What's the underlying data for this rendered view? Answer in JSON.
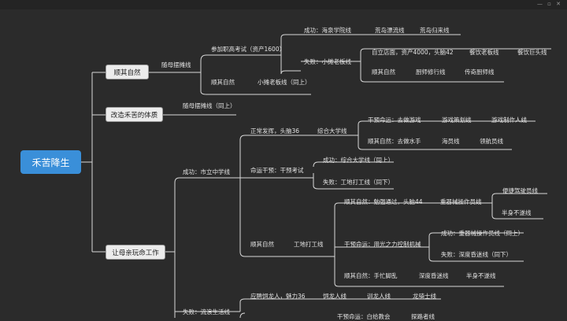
{
  "window": {
    "controls": "— ▫ ✕"
  },
  "root": "禾苦降生",
  "branches": {
    "b1": "顺其自然",
    "b2": "改造禾苦的体质",
    "b3": "让母亲玩命工作"
  },
  "nodes": {
    "n1": "随母摆摊线",
    "n2": "参加职高考试（资产1600）",
    "n3": "成功：海泉学院线",
    "n4": "荒岛漂流线",
    "n5": "荒岛归来线",
    "n6": "失败：小摊老板线",
    "n7": "自立店面，资产4000，头脑42",
    "n8": "餐饮老板线",
    "n9": "餐饮巨头线",
    "n10": "顺其自然",
    "n11": "厨师修行线",
    "n12": "传奇厨师线",
    "n13": "顺其自然",
    "n14": "小摊老板线（同上）",
    "n15": "随母摆摊线（同上）",
    "n16": "成功：市立中学线",
    "n17": "正常发挥，头脑36",
    "n18": "综合大学线",
    "n19": "干预命运：去做游戏",
    "n20": "游戏策划线",
    "n21": "游戏制作人线",
    "n22": "顺其自然：去做水手",
    "n23": "海员线",
    "n24": "领航员线",
    "n25": "命运干预：干预考试",
    "n26": "成功：综合大学线（同上）",
    "n27": "失败：工地打工线（同下）",
    "n28": "顺其自然",
    "n29": "工地打工线",
    "n30": "顺其自然：勉强通过，头脑44",
    "n31": "重器械操作员线",
    "n32": "便捷驾驶员线",
    "n33": "半身不遂线",
    "n34": "干预命运：用光之力控制机械",
    "n35": "成功：重器械操作员线（同上）",
    "n36": "失败：深度昏迷线（同下）",
    "n37": "顺其自然：手忙脚乱",
    "n38": "深度昏迷线",
    "n39": "半身不遂线",
    "n40": "失败：流浪生活线",
    "n41": "应聘饲龙人，魅力36",
    "n42": "饲龙人线",
    "n43": "训龙人线",
    "n44": "龙骑士线",
    "n45": "干预命运：白给教会",
    "n46": "探路者线"
  },
  "colors": {
    "background": "#2b2b2b",
    "root": "#3a8fd9",
    "branch_box": "#ececec",
    "line": "#d8d8d8",
    "text": "#e2e2e2"
  }
}
